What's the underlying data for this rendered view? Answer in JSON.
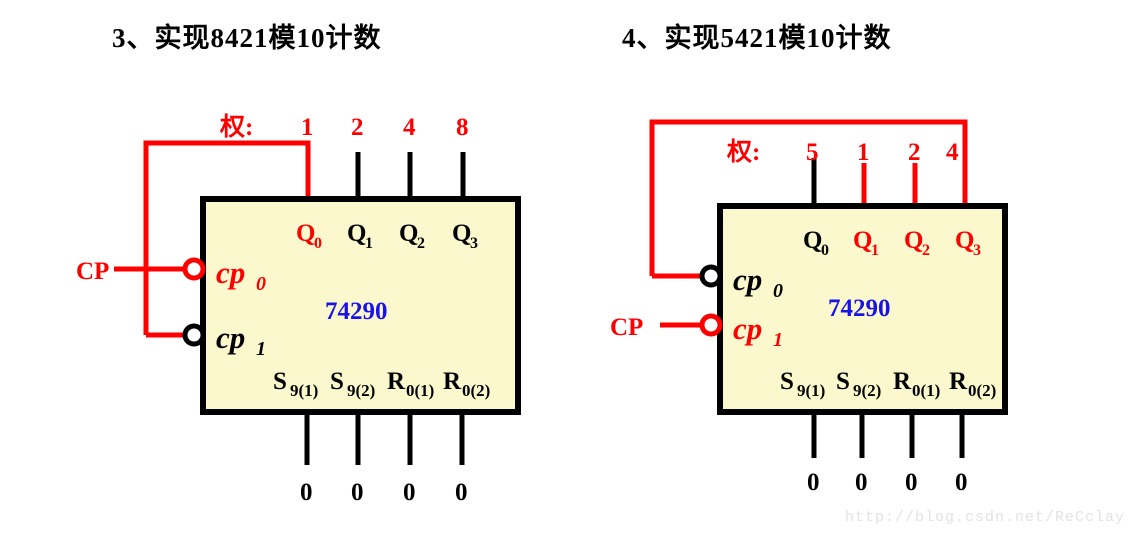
{
  "page": {
    "watermark": "http://blog.csdn.net/ReCclay"
  },
  "diagrams": [
    {
      "id": "left",
      "title": "3、实现8421模10计数",
      "chip": "74290",
      "weight_label": "权:",
      "clock_input_label": "CP",
      "outputs": [
        {
          "name": "Q",
          "sub": "0",
          "weight": "1",
          "color": "#fe0000"
        },
        {
          "name": "Q",
          "sub": "1",
          "weight": "2",
          "color": "#000000"
        },
        {
          "name": "Q",
          "sub": "2",
          "weight": "4",
          "color": "#000000"
        },
        {
          "name": "Q",
          "sub": "3",
          "weight": "8",
          "color": "#000000"
        }
      ],
      "clocks": [
        {
          "name": "cp",
          "sub": "0",
          "color": "#fe0000"
        },
        {
          "name": "cp",
          "sub": "1",
          "color": "#000000"
        }
      ],
      "control_pins": [
        {
          "name": "S",
          "sub": "9(1)",
          "value": "0"
        },
        {
          "name": "S",
          "sub": "9(2)",
          "value": "0"
        },
        {
          "name": "R",
          "sub": "0(1)",
          "value": "0"
        },
        {
          "name": "R",
          "sub": "0(2)",
          "value": "0"
        }
      ]
    },
    {
      "id": "right",
      "title": "4、实现5421模10计数",
      "chip": "74290",
      "weight_label": "权:",
      "clock_input_label": "CP",
      "outputs": [
        {
          "name": "Q",
          "sub": "0",
          "weight": "5",
          "color": "#000000"
        },
        {
          "name": "Q",
          "sub": "1",
          "weight": "1",
          "color": "#fe0000"
        },
        {
          "name": "Q",
          "sub": "2",
          "weight": "2",
          "color": "#fe0000"
        },
        {
          "name": "Q",
          "sub": "3",
          "weight": "4",
          "color": "#fe0000"
        }
      ],
      "clocks": [
        {
          "name": "cp",
          "sub": "0",
          "color": "#000000"
        },
        {
          "name": "cp",
          "sub": "1",
          "color": "#fe0000"
        }
      ],
      "control_pins": [
        {
          "name": "S",
          "sub": "9(1)",
          "value": "0"
        },
        {
          "name": "S",
          "sub": "9(2)",
          "value": "0"
        },
        {
          "name": "R",
          "sub": "0(1)",
          "value": "0"
        },
        {
          "name": "R",
          "sub": "0(2)",
          "value": "0"
        }
      ]
    }
  ],
  "colors": {
    "red": "#fe0000",
    "black": "#000000",
    "chip_blue": "#1a13e8",
    "box_fill": "#fbf8cd",
    "watermark_gray": "#e3e3e3"
  }
}
